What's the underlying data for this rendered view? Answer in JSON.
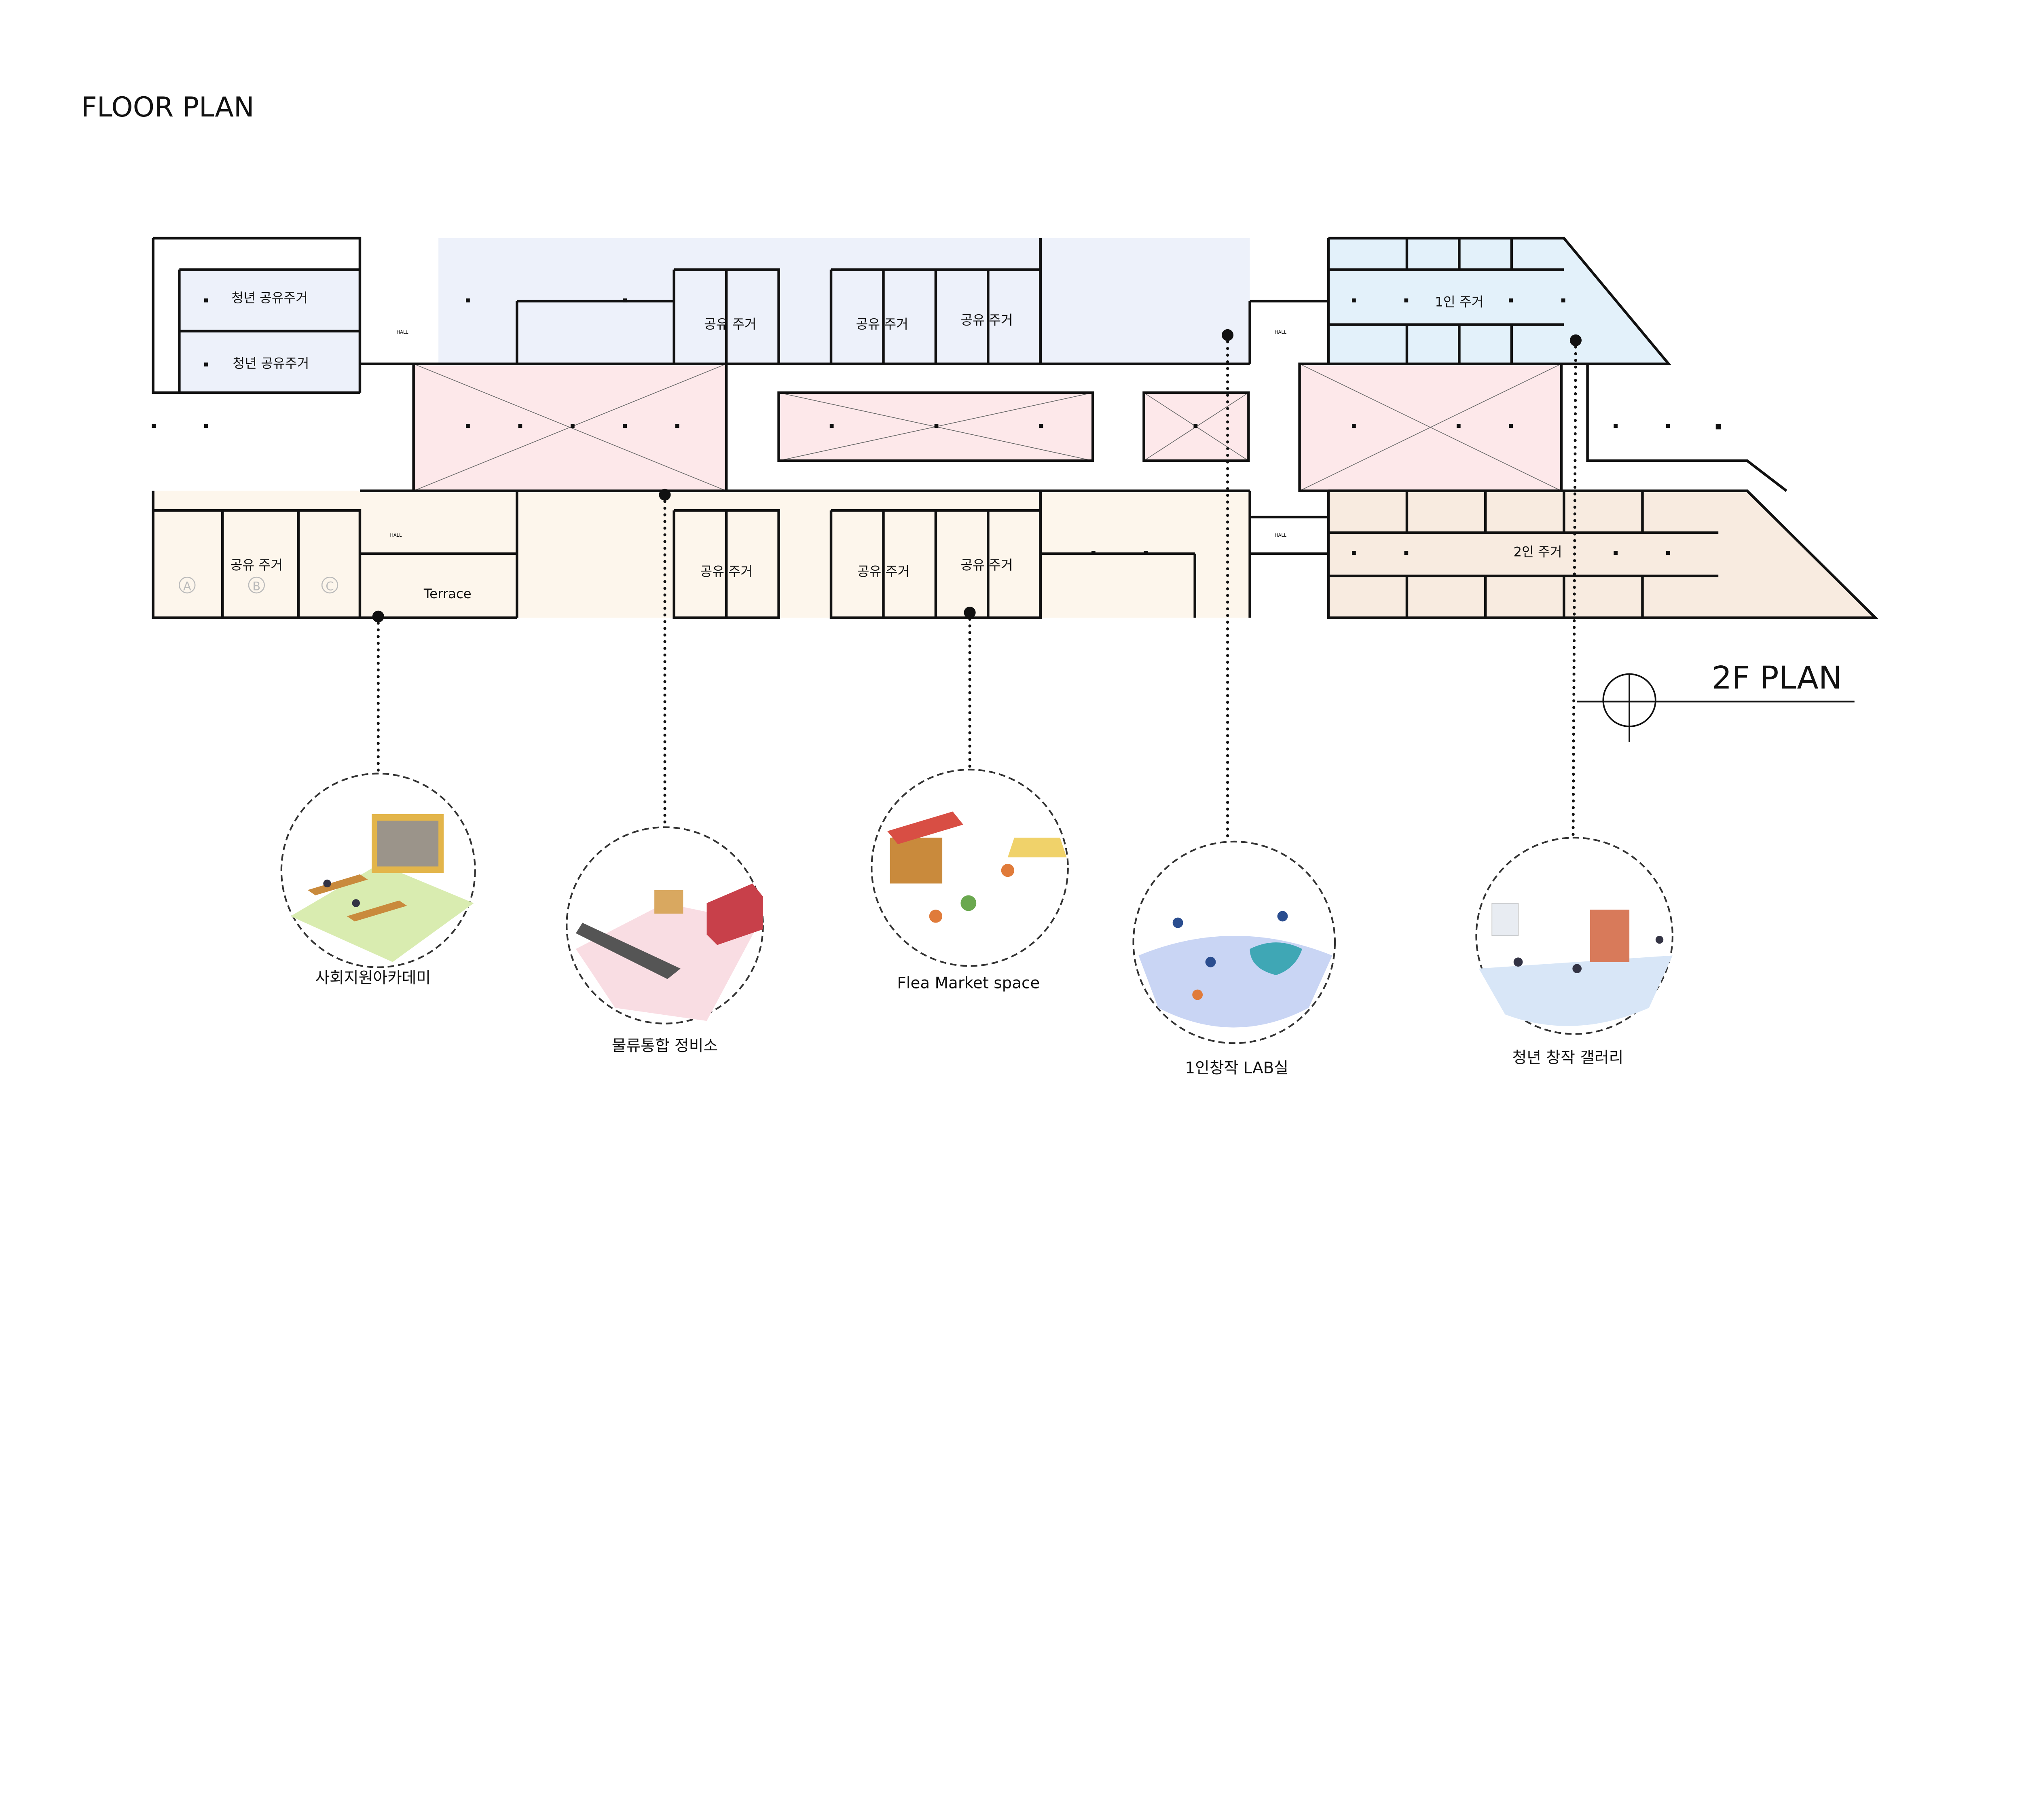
{
  "header": {
    "title": "FLOOR PLAN"
  },
  "plan": {
    "label": "2F PLAN",
    "rooms": {
      "youth_shared_1": "청년 공유주거",
      "youth_shared_2": "청년 공유주거",
      "shared": "공유 주거",
      "single": "1인 주거",
      "double": "2인 주거",
      "terrace": "Terrace",
      "hall": "HALL",
      "unit_a": "A",
      "unit_b": "B",
      "unit_c": "C"
    }
  },
  "spaces": [
    {
      "caption": "사회지원아카데미",
      "color": "#d9ecb0"
    },
    {
      "caption": "물류통합 정비소",
      "color": "#f9dde3"
    },
    {
      "caption": "Flea Market space",
      "color": "#fdf1e0"
    },
    {
      "caption": "1인창작 LAB실",
      "color": "#c9d5f4"
    },
    {
      "caption": "청년 창작 갤러리",
      "color": "#d8e6f7"
    }
  ],
  "colors": {
    "blue_zone": "#edf1fa",
    "pink_void": "#fde8ea",
    "cream_zone": "#fdf6ec",
    "peach_zone": "#f8ebe0",
    "light_blue": "#e3f1fa"
  }
}
